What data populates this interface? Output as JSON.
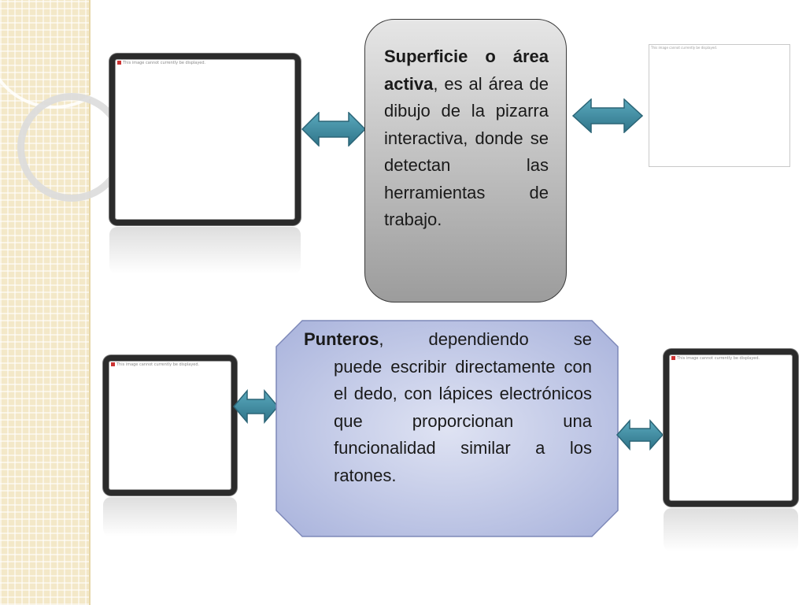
{
  "slide": {
    "box_top": {
      "bold": "Superficie o área activa",
      "text": ", es al área de dibujo de la pizarra interactiva, donde se detectan las herramientas de trabajo."
    },
    "box_bottom": {
      "bold": "Punteros",
      "first_line_rest": ", dependiendo se",
      "text": "puede escribir directamente con el dedo, con lápices electrónicos que proporcionan una funcionalidad similar a los ratones."
    },
    "placeholder_text": "This image cannot currently be displayed.",
    "colors": {
      "arrow": "#3a8aa0",
      "gray_box": "#bdbdbd",
      "blue_box": "#b4bfe2",
      "frame": "#2b2b2b"
    }
  }
}
